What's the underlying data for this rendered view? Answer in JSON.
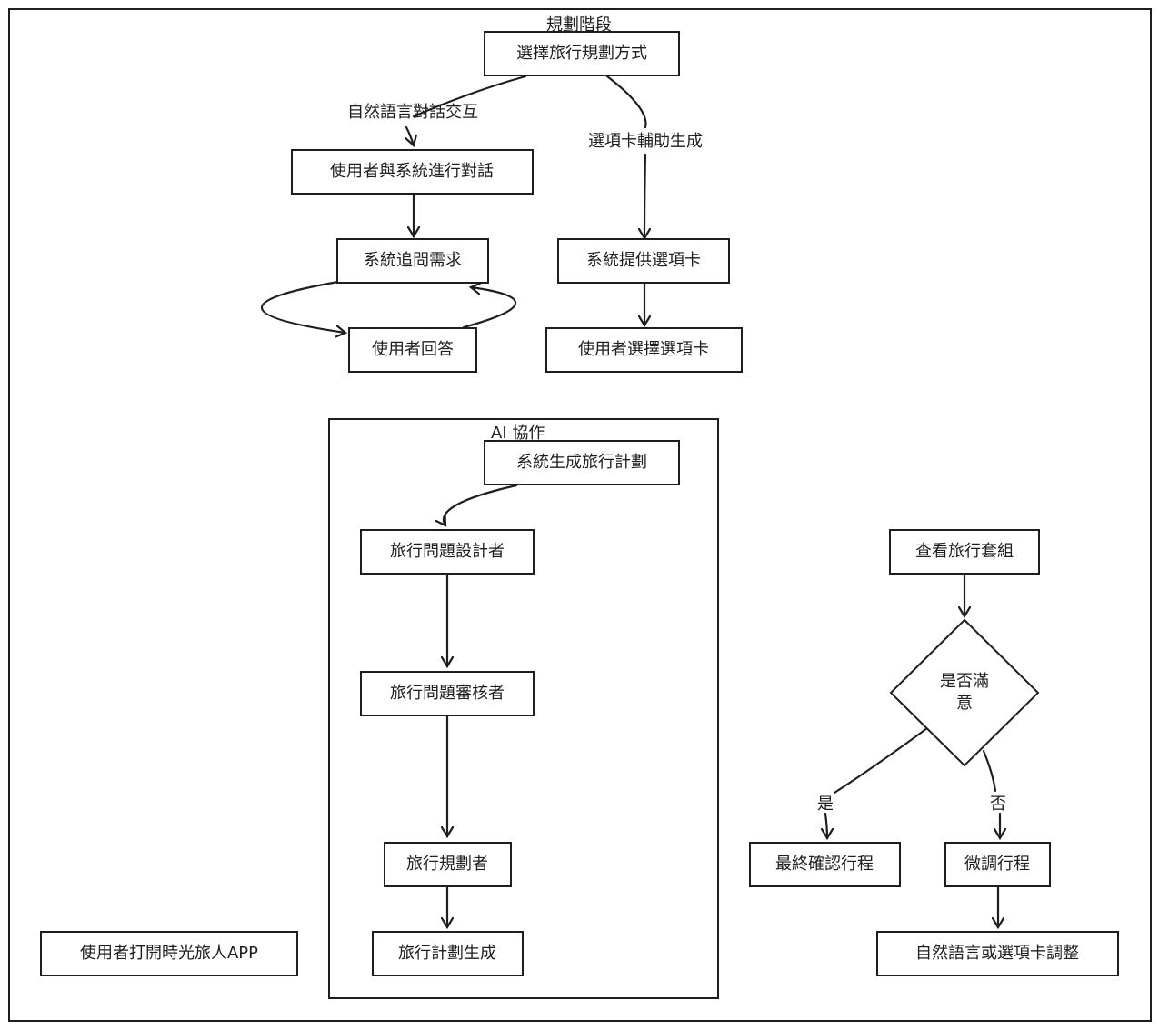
{
  "frames": {
    "planning_title": "規劃階段",
    "ai_title": "AI 協作"
  },
  "nodes": {
    "choose_method": "選擇旅行規劃方式",
    "user_dialogue": "使用者與系統進行對話",
    "system_asks": "系統追問需求",
    "user_answers": "使用者回答",
    "system_cards": "系統提供選項卡",
    "user_selects": "使用者選擇選項卡",
    "generate_plan": "系統生成旅行計劃",
    "question_designer": "旅行問題設計者",
    "question_reviewer": "旅行問題審核者",
    "planner": "旅行規劃者",
    "plan_generated": "旅行計劃生成",
    "open_app": "使用者打開時光旅人APP",
    "view_package": "查看旅行套組",
    "satisfied_line1": "是否滿",
    "satisfied_line2": "意",
    "final_confirm": "最終確認行程",
    "fine_tune": "微調行程",
    "adjust": "自然語言或選項卡調整"
  },
  "edges": {
    "natural_language": "自然語言對話交互",
    "card_assist": "選項卡輔助生成",
    "yes": "是",
    "no": "否"
  }
}
